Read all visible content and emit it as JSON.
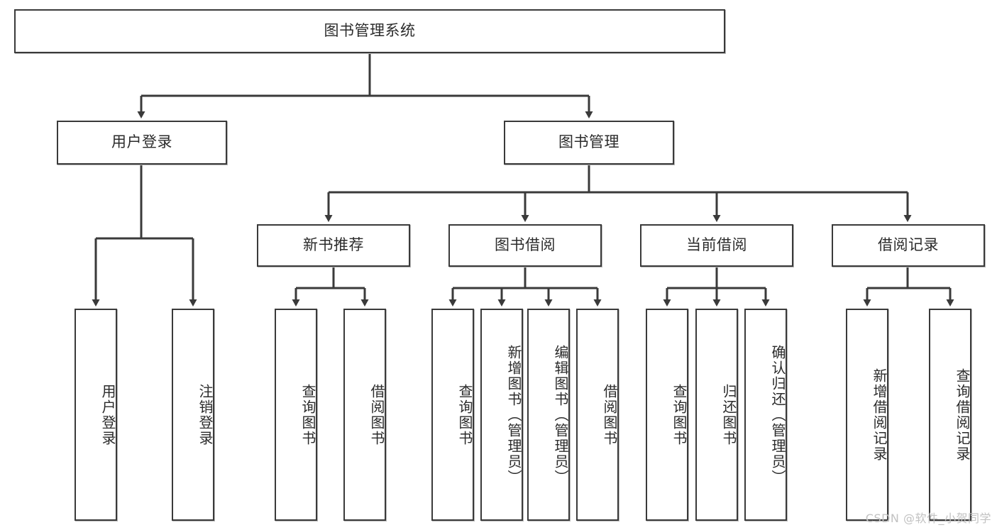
{
  "diagram": {
    "title": "图书管理系统",
    "type": "tree",
    "line_color": "#3a3a3a",
    "box_fill": "#ffffff",
    "text_color": "#2b2b2b",
    "watermark": "CSDN @软件_小贺同学",
    "levels": {
      "root": {
        "label": "图书管理系统"
      },
      "level2": [
        {
          "label": "用户登录"
        },
        {
          "label": "图书管理"
        }
      ],
      "level3": [
        {
          "label": "新书推荐"
        },
        {
          "label": "图书借阅"
        },
        {
          "label": "当前借阅"
        },
        {
          "label": "借阅记录"
        }
      ],
      "leaves_user_login": [
        {
          "label": "用户登录"
        },
        {
          "label": "注销登录"
        }
      ],
      "leaves_new_book": [
        {
          "label": "查询图书"
        },
        {
          "label": "借阅图书"
        }
      ],
      "leaves_borrow": [
        {
          "label": "查询图书"
        },
        {
          "label": "新增图书（管理员）"
        },
        {
          "label": "编辑图书（管理员）"
        },
        {
          "label": "借阅图书"
        }
      ],
      "leaves_current": [
        {
          "label": "查询图书"
        },
        {
          "label": "归还图书"
        },
        {
          "label": "确认归还（管理员）"
        }
      ],
      "leaves_records": [
        {
          "label": "新增借阅记录"
        },
        {
          "label": "查询借阅记录"
        }
      ]
    }
  }
}
